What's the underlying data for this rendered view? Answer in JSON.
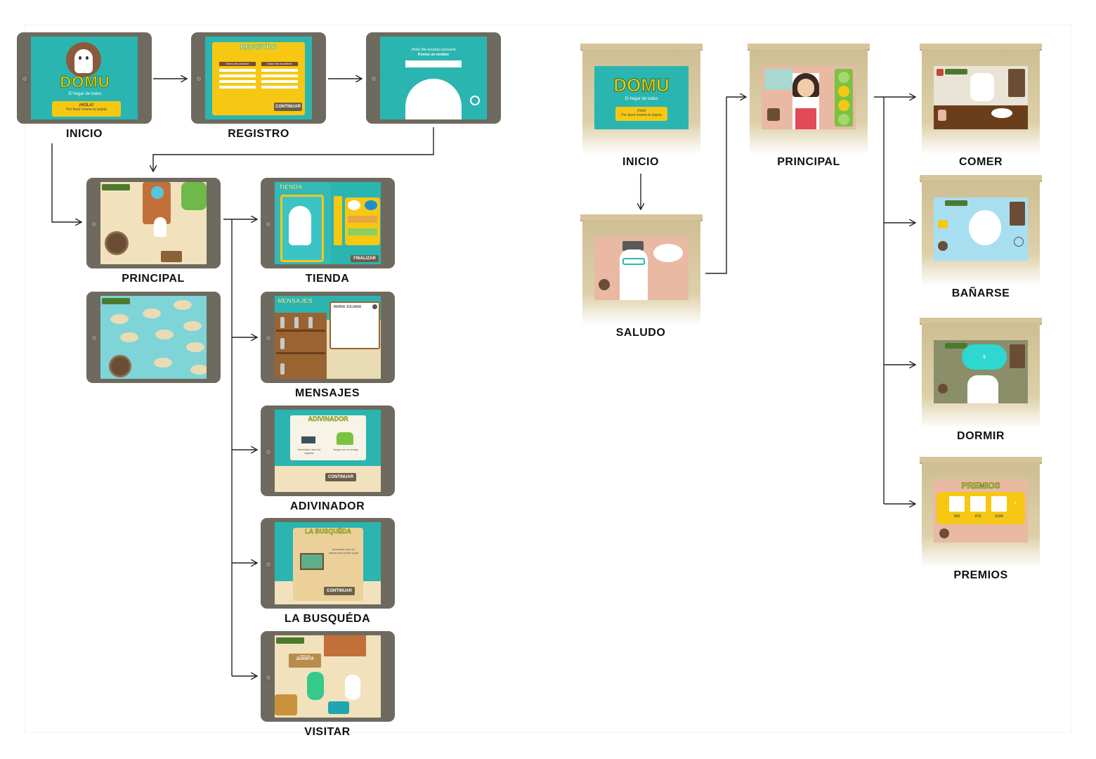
{
  "left_flow": {
    "captions": {
      "inicio": "INICIO",
      "registro": "REGISTRO",
      "principal": "PRINCIPAL",
      "tienda": "TIENDA",
      "mensajes": "MENSAJES",
      "adivinador": "ADIVINADOR",
      "busqueda": "LA BUSQUÉDA",
      "visitar": "VISITAR"
    },
    "inicio_screen": {
      "logo": "DOMU",
      "tagline": "El hogar de todos",
      "greeting": "¡HOLA!",
      "prompt": "Por favor inserta la tarjeta"
    },
    "registro_screen": {
      "title": "REGISTRO",
      "col1": "Datos del paciente",
      "col2": "Datos del acudiente",
      "continue": "CONTINUAR"
    },
    "name_screen": {
      "line1": "¡Hola! Me encanta conocerte",
      "line2": "Ponme un nombre"
    },
    "tienda_screen": {
      "title": "TIENDA",
      "finish": "FINALIZAR"
    },
    "mensajes_screen": {
      "title": "MENSAJES",
      "contact": "MARIA JULIANA"
    },
    "adivinador_screen": {
      "title": "ADIVINADOR",
      "opt1": "Necesitas usar las tarjetas",
      "opt2": "Juega con un amigo",
      "continue": "CONTINUAR"
    },
    "busqueda_screen": {
      "title": "LA BUSQUÉDA",
      "hint": "Necesitas usar los mapas para poder jugar",
      "continue": "CONTINUAR"
    },
    "visitar_screen": {
      "sign_top": "casa de",
      "sign_name": "JUANITA"
    }
  },
  "right_flow": {
    "captions": {
      "inicio": "INICIO",
      "saludo": "SALUDO",
      "principal": "PRINCIPAL",
      "comer": "COMER",
      "banarse": "BAÑARSE",
      "dormir": "DORMIR",
      "premios": "PREMIOS"
    },
    "inicio_screen": {
      "logo": "DOMU",
      "tagline": "El hogar de todos",
      "greeting": "¡Hola!",
      "prompt": "Por favor inserta la tarjeta"
    },
    "premios_screen": {
      "title": "PREMIOS",
      "counts": [
        "X92",
        "X75",
        "X104"
      ]
    },
    "dormir_screen": {
      "count": "5"
    }
  },
  "colors": {
    "teal": "#2bb5b0",
    "yellow": "#f6c814",
    "green": "#7cc242",
    "cabinet": "#d6c59a",
    "tablet_bezel": "#6e6a60",
    "pink": "#e9b9a4"
  }
}
